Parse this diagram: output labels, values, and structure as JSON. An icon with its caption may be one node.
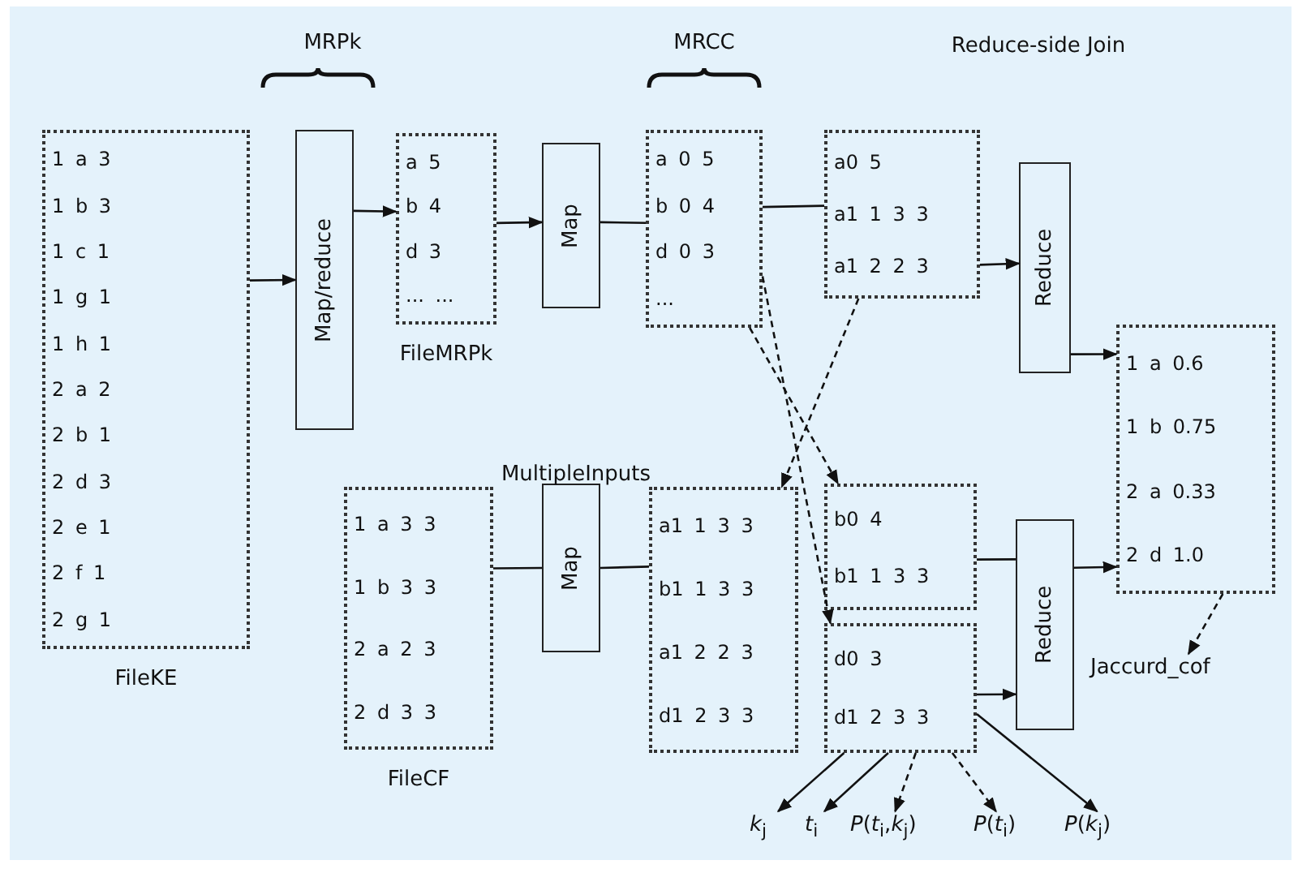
{
  "diagram": {
    "nodes": [
      {
        "text": [
          "1 a 3",
          "1 b 3",
          "1 c 1",
          "1 g 1",
          "1 h 1",
          "2 a 2",
          "2 b 1",
          "2 d 3",
          "2 e 1",
          "2 f 1",
          "2 g 1"
        ],
        "beside": [
          "FileKE"
        ]
      },
      {
        "text": [
          "Map/reduce"
        ]
      },
      {
        "text": [
          "a 5",
          "b 4",
          "d 3",
          "... ..."
        ],
        "beside": [
          "FileMRPk"
        ]
      },
      {
        "text": [
          "Map"
        ]
      },
      {
        "text": [
          "a 0 5",
          "b 0 4",
          "d 0 3",
          "..."
        ]
      },
      {
        "text": [
          "a0 5",
          "a1 1 3 3",
          "a1 2 2 3"
        ]
      },
      {
        "text": [
          "Reduce"
        ]
      },
      {
        "text": [
          "1 a 0.6",
          "1 b 0.75",
          "2 a 0.33",
          "2 d 1.0"
        ]
      },
      {
        "text": [
          "1 a 3 3",
          "1 b 3 3",
          "2 a 2 3",
          "2 d 3 3"
        ],
        "beside": [
          "FileCF"
        ]
      },
      {
        "text": [
          "Map"
        ]
      },
      {
        "text": [
          "a1 1 3 3",
          "b1 1 3 3",
          "a1 2 2 3",
          "d1 2 3 3"
        ]
      },
      {
        "text": [
          "b0 4",
          "b1 1 3 3"
        ]
      },
      {
        "text": [
          "d0 3",
          "d1 2 3 3"
        ]
      },
      {
        "text": [
          "Reduce"
        ]
      },
      {
        "text": [
          "Jaccurd_cof"
        ]
      },
      {
        "text": [
          "*k*$_{j}$"
        ]
      },
      {
        "text": [
          "*t*$_{i}$"
        ]
      },
      {
        "text": [
          "*P*(*t*$_{i}$,*k*$_{j}$)"
        ]
      },
      {
        "text": [
          "*P*(*t*$_{i}$)"
        ]
      },
      {
        "text": [
          "*P*(*k*$_{j}$)"
        ]
      }
    ],
    "edges": [
      {
        "from": 0,
        "to": 1,
        "arrow": "to"
      },
      {
        "from": 1,
        "to": 2,
        "arrow": "to"
      },
      {
        "from": 2,
        "to": 3,
        "arrow": "to"
      },
      {
        "from": 3,
        "to": 4,
        "arrow": "none"
      },
      {
        "from": 4,
        "to": 5,
        "arrow": "none"
      },
      {
        "from": 4,
        "to": 11,
        "arrow": "to",
        "style": "dashed"
      },
      {
        "from": 4,
        "to": 12,
        "arrow": "to",
        "style": "dashed"
      },
      {
        "from": 5,
        "to": 10,
        "arrow": "to",
        "style": "dashed"
      },
      {
        "from": 5,
        "to": 6,
        "arrow": "to"
      },
      {
        "from": 6,
        "to": 7,
        "arrow": "to"
      },
      {
        "from": 8,
        "to": 9,
        "arrow": "none"
      },
      {
        "from": 9,
        "to": 10,
        "arrow": "none"
      },
      {
        "from": 11,
        "to": 13,
        "arrow": "none"
      },
      {
        "from": 12,
        "to": 13,
        "arrow": "to"
      },
      {
        "from": 13,
        "to": 7,
        "arrow": "to"
      },
      {
        "from": 7,
        "to": 14,
        "arrow": "to",
        "style": "dashed"
      },
      {
        "from": 12,
        "to": 15,
        "arrow": "to"
      },
      {
        "from": 12,
        "to": 16,
        "arrow": "to"
      },
      {
        "from": 12,
        "to": 17,
        "arrow": "to",
        "style": "dashed"
      },
      {
        "from": 12,
        "to": 18,
        "arrow": "to",
        "style": "dashed"
      },
      {
        "from": 12,
        "to": 19,
        "arrow": "to"
      }
    ],
    "labels": [
      "MRPk",
      "MRCC",
      "Reduce-side Join",
      "MultipleInputs"
    ]
  }
}
